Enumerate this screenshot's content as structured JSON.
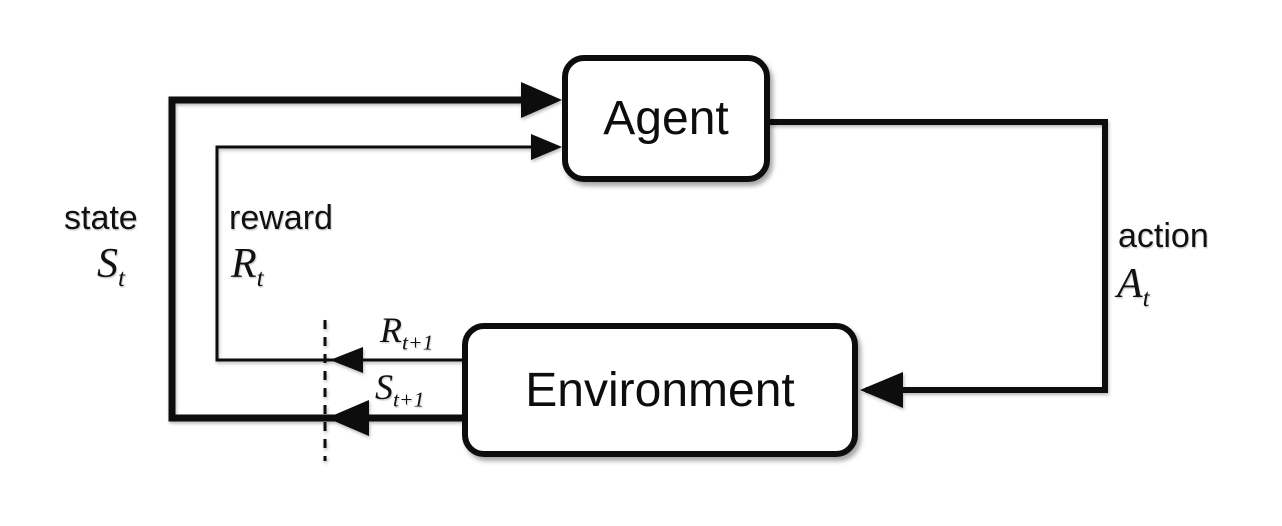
{
  "figure": {
    "background_color": "#ffffff",
    "line_color": "#0d0d0d",
    "nodes": {
      "agent": {
        "label": "Agent"
      },
      "environment": {
        "label": "Environment"
      }
    },
    "labels": {
      "state_word": "state",
      "state_symbol": {
        "base": "S",
        "sub": "t"
      },
      "reward_word": "reward",
      "reward_symbol": {
        "base": "R",
        "sub": "t"
      },
      "action_word": "action",
      "action_symbol": {
        "base": "A",
        "sub": "t"
      },
      "next_reward_symbol": {
        "base": "R",
        "sub": "t+1"
      },
      "next_state_symbol": {
        "base": "S",
        "sub": "t+1"
      }
    },
    "edges": [
      {
        "from": "agent",
        "to": "environment",
        "label": "action"
      },
      {
        "from": "environment",
        "to": "agent",
        "label": "state"
      },
      {
        "from": "environment",
        "to": "agent",
        "label": "reward"
      }
    ]
  }
}
